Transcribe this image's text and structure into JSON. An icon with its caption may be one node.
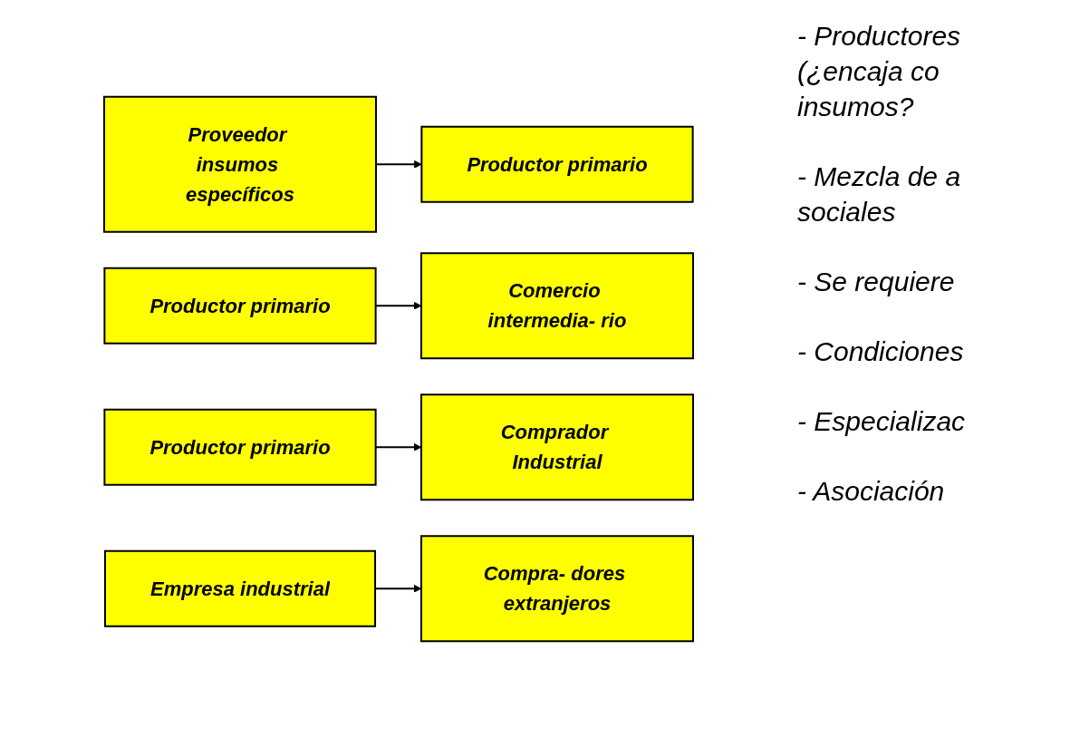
{
  "diagram": {
    "nodes": [
      {
        "text": [
          "Proveedor insumos específicos"
        ]
      },
      {
        "text": [
          "Productor primario"
        ]
      },
      {
        "text": [
          "Productor primario"
        ]
      },
      {
        "text": [
          "Comercio intermedia- rio"
        ]
      },
      {
        "text": [
          "Productor primario"
        ]
      },
      {
        "text": [
          "Comprador Industrial"
        ]
      },
      {
        "text": [
          "Empresa industrial"
        ]
      },
      {
        "text": [
          "Compra- dores extranjeros"
        ]
      }
    ],
    "edges": [
      {
        "from": 0,
        "to": 1,
        "arrow": "to"
      },
      {
        "from": 2,
        "to": 3,
        "arrow": "to"
      },
      {
        "from": 4,
        "to": 5,
        "arrow": "to"
      },
      {
        "from": 6,
        "to": 7,
        "arrow": "to"
      }
    ],
    "labels": [
      "- Productores (¿encaja co insumos?",
      "- Mezcla de a sociales",
      "- Se requiere",
      "- Condiciones",
      "- Especializac",
      "- Asociación"
    ]
  }
}
